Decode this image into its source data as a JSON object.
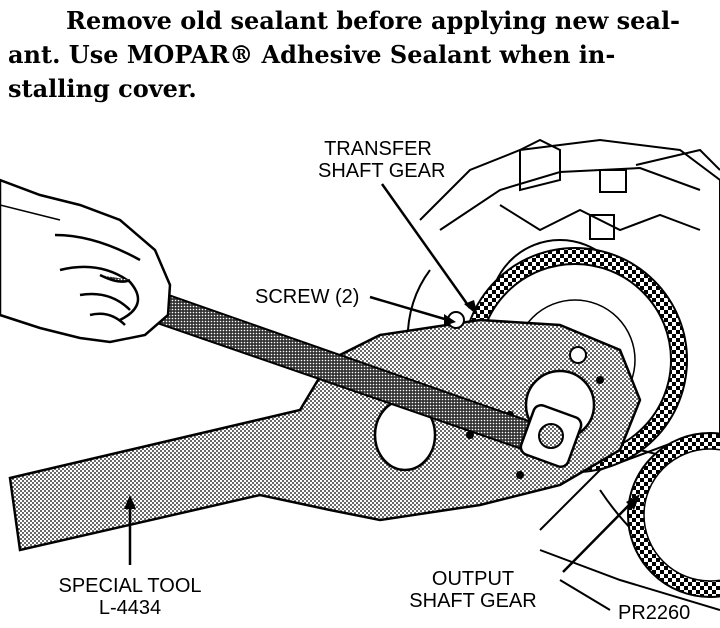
{
  "instruction": {
    "line1": "Remove old sealant before applying new seal-",
    "line2": "ant. Use MOPAR® Adhesive Sealant when in-",
    "line3": "stalling cover."
  },
  "callouts": {
    "transfer_line1": "TRANSFER",
    "transfer_line2": "SHAFT GEAR",
    "screw": "SCREW (2)",
    "special_tool_line1": "SPECIAL TOOL",
    "special_tool_line2": "L-4434",
    "output_line1": "OUTPUT",
    "output_line2": "SHAFT GEAR",
    "figure_code": "PR2260"
  }
}
